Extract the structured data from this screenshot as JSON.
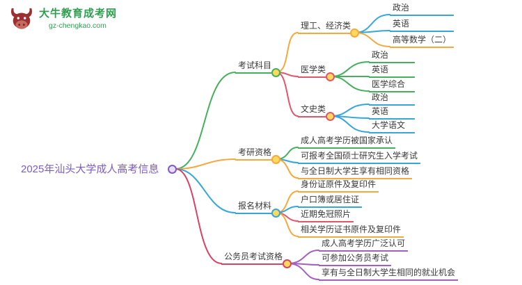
{
  "logo": {
    "title": "大牛教育成考网",
    "subtitle": "gz-chengkao.com"
  },
  "root": {
    "label": "2025年汕头大学成人高考信息"
  },
  "branches": [
    {
      "label": "考试科目",
      "color": "#43b05c",
      "children": [
        {
          "label": "理工、经济类",
          "color": "#f5a83c",
          "children": [
            {
              "label": "政治",
              "color": "#35a5dc"
            },
            {
              "label": "英语",
              "color": "#35a5dc"
            },
            {
              "label": "高等数学（二）",
              "color": "#f5a83c"
            }
          ]
        },
        {
          "label": "医学类",
          "color": "#e2556a",
          "children": [
            {
              "label": "政治",
              "color": "#43b05c"
            },
            {
              "label": "英语",
              "color": "#43b05c"
            },
            {
              "label": "医学综合",
              "color": "#43b05c"
            }
          ]
        },
        {
          "label": "文史类",
          "color": "#e2556a",
          "children": [
            {
              "label": "政治",
              "color": "#35a5dc"
            },
            {
              "label": "英语",
              "color": "#35a5dc"
            },
            {
              "label": "大学语文",
              "color": "#35a5dc"
            }
          ]
        }
      ]
    },
    {
      "label": "考研资格",
      "color": "#f5a83c",
      "children": [
        {
          "label": "成人高考学历被国家承认",
          "color": "#43b05c"
        },
        {
          "label": "可报考全国硕士研究生入学考试",
          "color": "#35a5dc"
        },
        {
          "label": "与全日制大学生享有相同资格",
          "color": "#f5a83c"
        }
      ]
    },
    {
      "label": "报名材料",
      "color": "#35a5dc",
      "children": [
        {
          "label": "身份证原件及复印件",
          "color": "#f5a83c"
        },
        {
          "label": "户口簿或居住证",
          "color": "#35a5dc"
        },
        {
          "label": "近期免冠照片",
          "color": "#e2556a"
        },
        {
          "label": "相关学历证书原件及复印件",
          "color": "#f5a83c"
        }
      ]
    },
    {
      "label": "公务员考试资格",
      "color": "#d8415f",
      "children": [
        {
          "label": "成人高考学历广泛认可",
          "color": "#a160c0"
        },
        {
          "label": "可参加公务员考试",
          "color": "#a160c0"
        },
        {
          "label": "享有与全日制大学生相同的就业机会",
          "color": "#a160c0"
        }
      ]
    }
  ],
  "colors": {
    "green": "#43b05c",
    "orange": "#f5a83c",
    "blue": "#35a5dc",
    "red": "#e2556a",
    "purple": "#a160c0",
    "crimson": "#d8415f",
    "root_text": "#7b5cc4",
    "logo_green": "#2e9e4f",
    "node_dot_fill": "#ffd95e"
  }
}
